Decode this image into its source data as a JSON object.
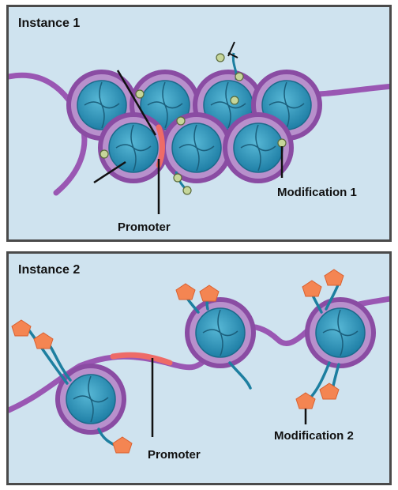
{
  "instance1": {
    "title": "Instance 1",
    "labels": {
      "promoter": "Promoter",
      "modification": "Modification 1"
    }
  },
  "instance2": {
    "title": "Instance 2",
    "labels": {
      "promoter": "Promoter",
      "modification": "Modification 2"
    }
  },
  "colors": {
    "background": "#cfe3ef",
    "border": "#4a4a4a",
    "dna": "#9a57b3",
    "dna_light": "#c79adb",
    "histone_core": "#2f95b8",
    "promoter": "#ee6b67",
    "tail": "#1d7fa0",
    "dot": "#c6d69a",
    "pentagon": "#f48552"
  },
  "icons": {
    "dna": "dna-strand-icon",
    "nucleosome": "nucleosome-icon",
    "modification1": "small-round-modification-icon",
    "modification2": "pentagon-modification-icon"
  }
}
